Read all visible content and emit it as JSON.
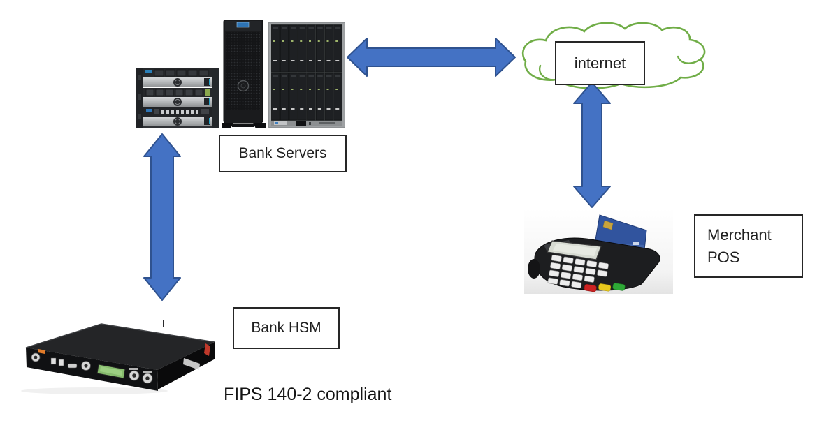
{
  "diagram": {
    "nodes": {
      "bank_servers": {
        "label": "Bank Servers"
      },
      "internet": {
        "label": "internet"
      },
      "merchant_pos": {
        "line1": "Merchant",
        "line2": "POS"
      },
      "bank_hsm": {
        "label": "Bank HSM"
      }
    },
    "caption": "FIPS 140-2 compliant",
    "edges": [
      {
        "from": "bank_servers",
        "to": "internet",
        "type": "bidirectional"
      },
      {
        "from": "internet",
        "to": "merchant_pos",
        "type": "bidirectional"
      },
      {
        "from": "bank_hsm",
        "to": "bank_servers",
        "type": "bidirectional"
      }
    ],
    "colors": {
      "arrow_fill": "#4472C4",
      "arrow_stroke": "#2F528F",
      "cloud_stroke": "#70AD47",
      "label_border": "#262626",
      "text": "#1f1f1f"
    }
  }
}
